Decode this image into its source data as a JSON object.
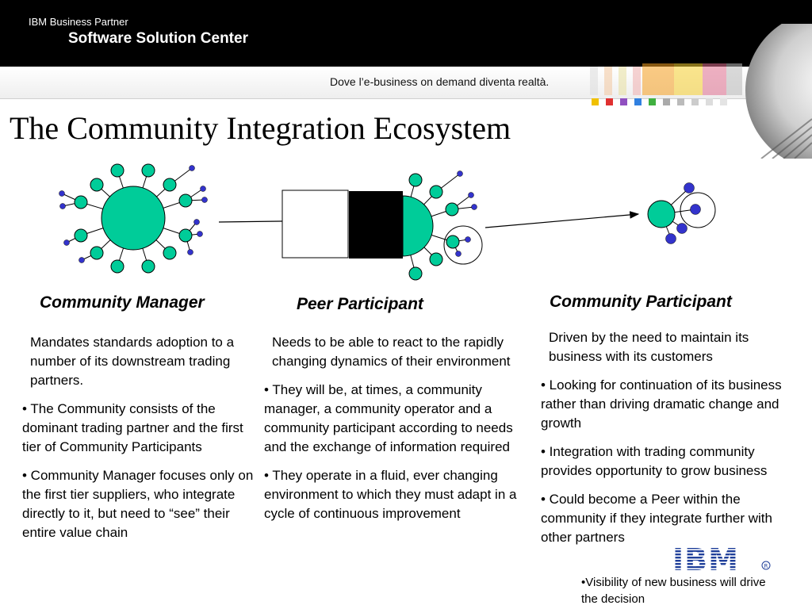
{
  "header": {
    "partner_line": "IBM Business Partner",
    "center_name": "Software Solution Center",
    "tagline": "Dove l’e-business on demand diventa realtà."
  },
  "title": "The Community Integration Ecosystem",
  "columns": [
    {
      "heading": "Community Manager",
      "paragraphs": [
        "Mandates standards adoption to a number of its downstream trading partners.",
        "• The Community consists of the dominant trading partner and the first tier of Community Participants",
        "• Community Manager focuses only on the first tier suppliers, who integrate directly to it, but need to “see” their entire value chain"
      ]
    },
    {
      "heading": "Peer Participant",
      "paragraphs": [
        "Needs to be able to react to the rapidly changing dynamics of their environment",
        "• They will be, at times, a community manager, a community operator and a community participant according to needs and the exchange of information required",
        "• They operate in a fluid, ever changing environment to which they must adapt in a cycle of continuous improvement"
      ]
    },
    {
      "heading": "Community Participant",
      "paragraphs": [
        "Driven by the need to maintain its business with its customers",
        "• Looking for continuation of its business rather than driving dramatic change and growth",
        "• Integration with trading community provides opportunity to grow business",
        "• Could become a Peer within the community if they integrate further with other partners"
      ]
    }
  ],
  "note": "•Visibility of new business will drive the decision",
  "logo_text": "IBM",
  "colors": {
    "node_green": "#00cc99",
    "node_blue": "#3333cc",
    "header_bg": "#000000",
    "peer_block": "#000000"
  },
  "icons": [
    "globe-decoration-icon",
    "ibm-logo-icon"
  ]
}
